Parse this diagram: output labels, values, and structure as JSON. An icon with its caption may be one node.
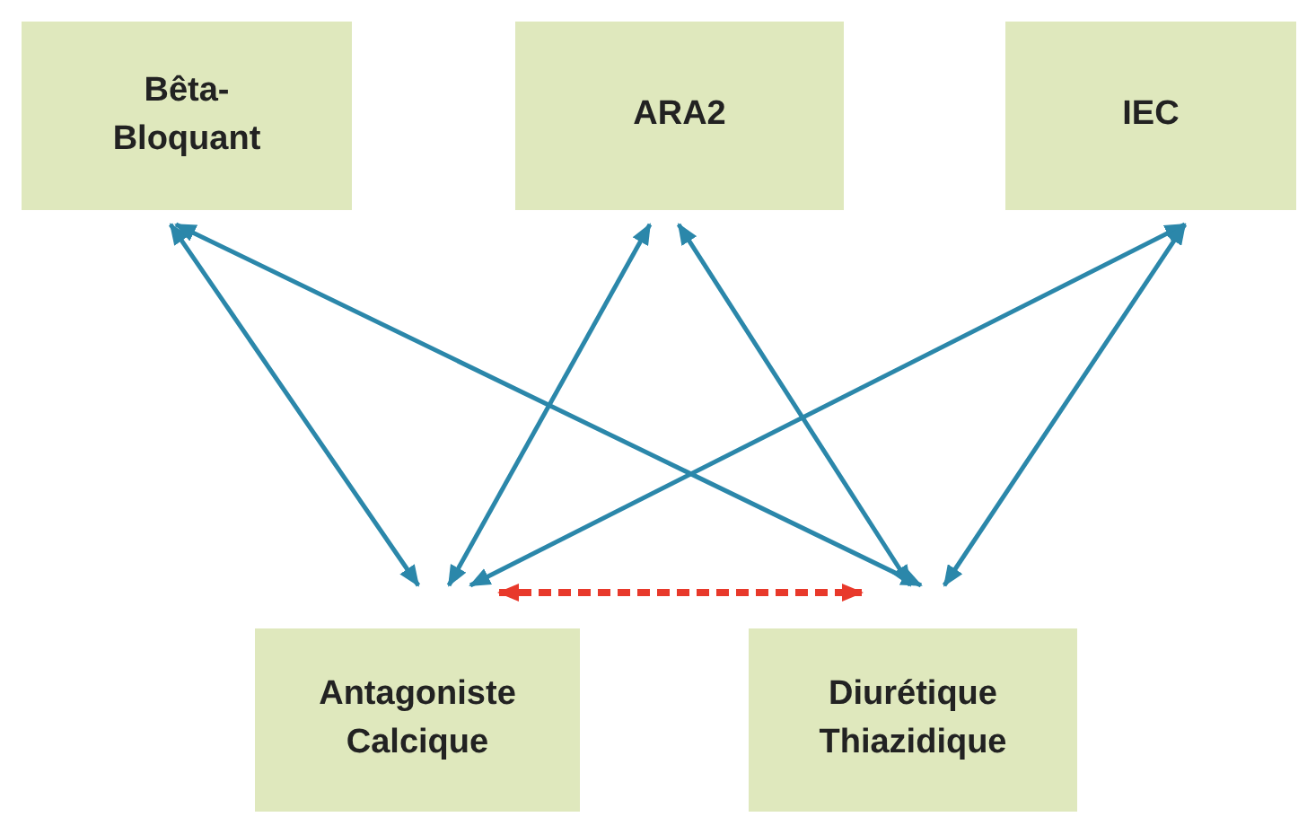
{
  "diagram": {
    "nodes": [
      {
        "text": [
          "Bêta-Bloquant"
        ]
      },
      {
        "text": [
          "ARA2"
        ]
      },
      {
        "text": [
          "IEC"
        ]
      },
      {
        "text": [
          "Antagoniste Calcique"
        ]
      },
      {
        "text": [
          "Diurétique Thiazidique"
        ]
      }
    ],
    "edges": [
      {
        "from": 0,
        "to": 3,
        "arrow": "both"
      },
      {
        "from": 0,
        "to": 4,
        "arrow": "both"
      },
      {
        "from": 1,
        "to": 3,
        "arrow": "both"
      },
      {
        "from": 1,
        "to": 4,
        "arrow": "both"
      },
      {
        "from": 2,
        "to": 3,
        "arrow": "both"
      },
      {
        "from": 2,
        "to": 4,
        "arrow": "both"
      },
      {
        "from": 3,
        "to": 4,
        "arrow": "both",
        "style": "dashed",
        "color": "#e8392b"
      }
    ]
  }
}
